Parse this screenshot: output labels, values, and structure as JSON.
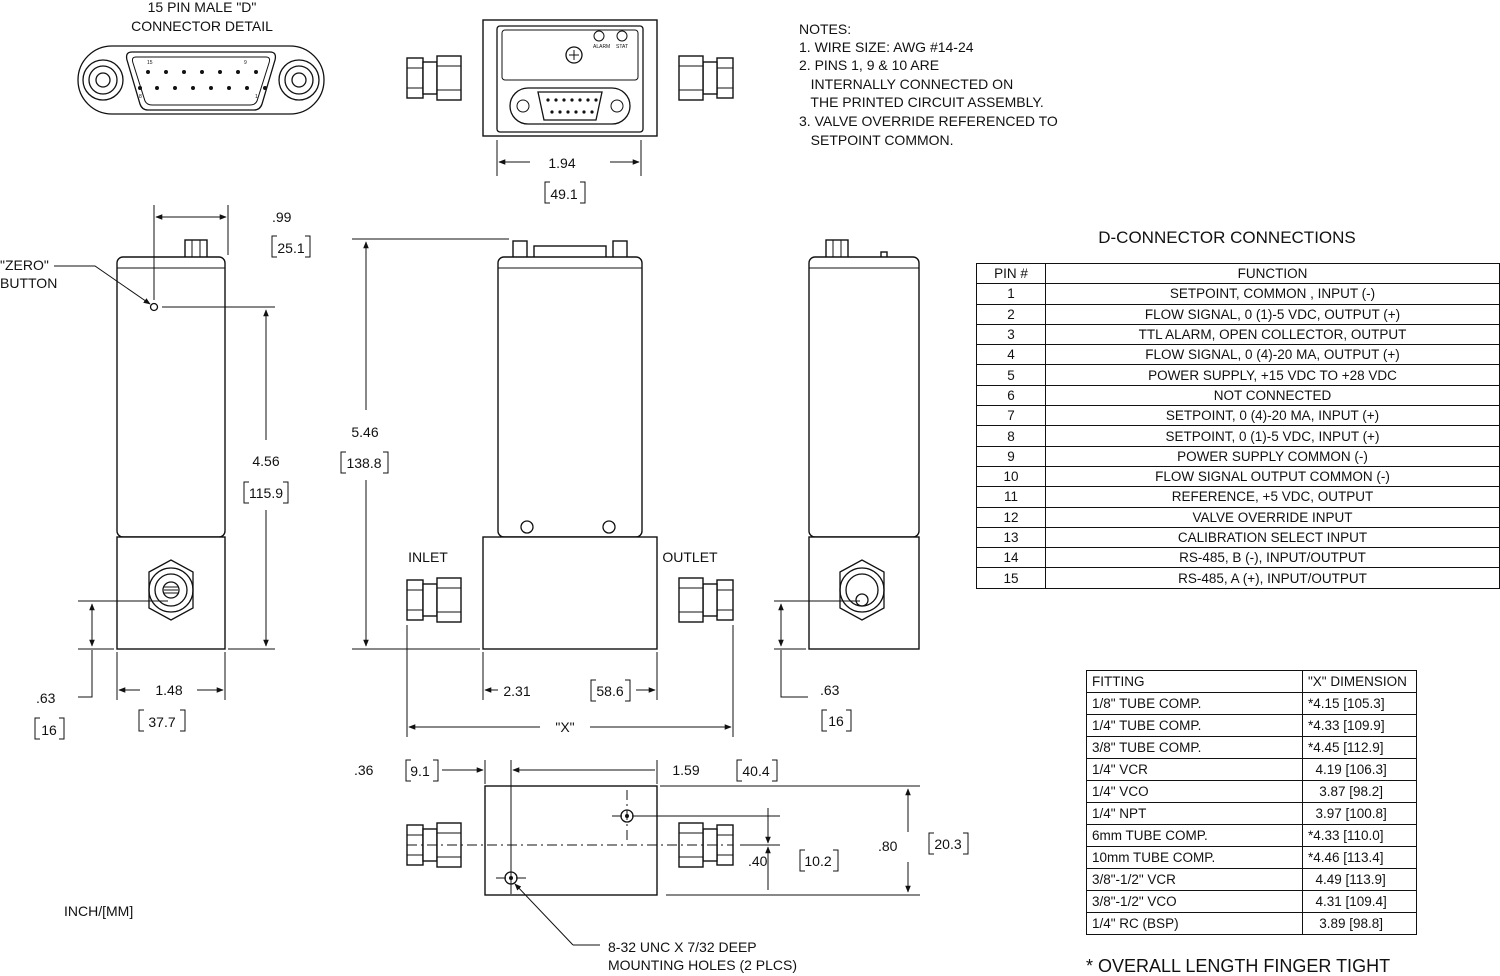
{
  "connector_detail": {
    "title_line1": "15 PIN MALE \"D\"",
    "title_line2": "CONNECTOR DETAIL",
    "pin_label_15": "15",
    "pin_label_9": "9",
    "pin_label_8": "8",
    "pin_label_1": "1"
  },
  "front_panel": {
    "alarm_label": "ALARM",
    "stat_label": "STAT"
  },
  "notes": {
    "heading": "NOTES:",
    "lines": [
      "1. WIRE SIZE: AWG #14-24",
      "2. PINS 1, 9 & 10 ARE",
      "   INTERNALLY CONNECTED ON",
      "   THE PRINTED CIRCUIT ASSEMBLY.",
      "3. VALVE OVERRIDE REFERENCED TO",
      "   SETPOINT COMMON."
    ]
  },
  "labels": {
    "zero_button_1": "\"ZERO\"",
    "zero_button_2": "BUTTON",
    "inlet": "INLET",
    "outlet": "OUTLET",
    "units": "INCH/[MM]",
    "mounting_1": "8-32 UNC X 7/32 DEEP",
    "mounting_2": "MOUNTING HOLES (2 PLCS)",
    "footnote": "* OVERALL LENGTH FINGER TIGHT"
  },
  "dimensions": {
    "top_width_in": "1.94",
    "top_width_mm": "49.1",
    "side_depth_in": ".99",
    "side_depth_mm": "25.1",
    "side_height_in": "4.56",
    "side_height_mm": "115.9",
    "total_height_in": "5.46",
    "total_height_mm": "138.8",
    "base_offset_in": ".63",
    "base_offset_mm": "16",
    "side_width_in": "1.48",
    "side_width_mm": "37.7",
    "base_len_in": "2.31",
    "base_len_mm": "58.6",
    "overall_x": "\"X\"",
    "right_offset_in": ".63",
    "right_offset_mm": "16",
    "hole_offset_in": ".36",
    "hole_offset_mm": "9.1",
    "hole_span_in": "1.59",
    "hole_span_mm": "40.4",
    "hole_y_in": ".40",
    "hole_y_mm": "10.2",
    "base_depth_in": ".80",
    "base_depth_mm": "20.3"
  },
  "pin_table": {
    "title": "D-CONNECTOR CONNECTIONS",
    "headers": [
      "PIN #",
      "FUNCTION"
    ],
    "rows": [
      [
        "1",
        "SETPOINT, COMMON , INPUT (-)"
      ],
      [
        "2",
        "FLOW SIGNAL, 0 (1)-5 VDC, OUTPUT (+)"
      ],
      [
        "3",
        "TTL ALARM, OPEN COLLECTOR, OUTPUT"
      ],
      [
        "4",
        "FLOW SIGNAL, 0 (4)-20 MA, OUTPUT (+)"
      ],
      [
        "5",
        "POWER SUPPLY, +15 VDC TO +28 VDC"
      ],
      [
        "6",
        "NOT CONNECTED"
      ],
      [
        "7",
        "SETPOINT, 0 (4)-20 MA, INPUT (+)"
      ],
      [
        "8",
        "SETPOINT, 0 (1)-5 VDC, INPUT (+)"
      ],
      [
        "9",
        "POWER SUPPLY COMMON (-)"
      ],
      [
        "10",
        "FLOW SIGNAL OUTPUT COMMON (-)"
      ],
      [
        "11",
        "REFERENCE, +5 VDC, OUTPUT"
      ],
      [
        "12",
        "VALVE OVERRIDE INPUT"
      ],
      [
        "13",
        "CALIBRATION SELECT INPUT"
      ],
      [
        "14",
        "RS-485, B (-), INPUT/OUTPUT"
      ],
      [
        "15",
        "RS-485, A (+), INPUT/OUTPUT"
      ]
    ]
  },
  "fitting_table": {
    "headers": [
      "FITTING",
      "\"X\" DIMENSION"
    ],
    "rows": [
      [
        "1/8\" TUBE COMP.",
        "*4.15 [105.3]"
      ],
      [
        "1/4\" TUBE COMP.",
        "*4.33 [109.9]"
      ],
      [
        "3/8\" TUBE COMP.",
        "*4.45 [112.9]"
      ],
      [
        "1/4\" VCR",
        "  4.19 [106.3]"
      ],
      [
        "1/4\" VCO",
        "   3.87 [98.2]"
      ],
      [
        "1/4\" NPT",
        "  3.97 [100.8]"
      ],
      [
        "6mm TUBE COMP.",
        "*4.33 [110.0]"
      ],
      [
        "10mm TUBE COMP.",
        "*4.46 [113.4]"
      ],
      [
        "3/8\"-1/2\" VCR",
        "  4.49 [113.9]"
      ],
      [
        "3/8\"-1/2\" VCO",
        "  4.31 [109.4]"
      ],
      [
        "1/4\" RC (BSP)",
        "   3.89 [98.8]"
      ]
    ]
  }
}
